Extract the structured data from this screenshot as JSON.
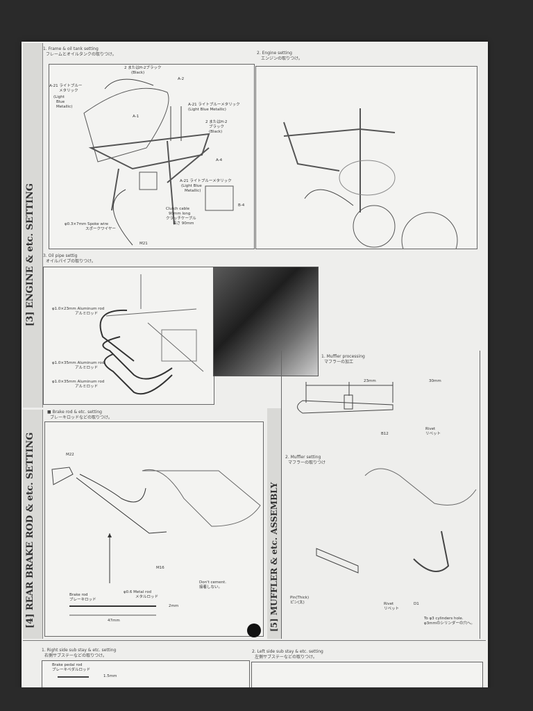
{
  "sections": {
    "engine": {
      "title": "[3] ENGINE & etc. SETTING",
      "step1": {
        "caption_en": "1. Frame & oil tank setting",
        "caption_jp": "フレームとオイルタンクの取りつけ。",
        "labels": [
          "2 またはH-2ブラック",
          "(Black)",
          "A-2",
          "A-21 ライトブルー",
          "メタリック",
          "(Light",
          "Blue",
          "Metallic)",
          "A-1",
          "A-21 ライトブルーメタリック",
          "(Light Blue Metallic)",
          "2 またはH-2",
          "ブラック",
          "(Black)",
          "A-4",
          "A-21 ライトブルーメタリック",
          "(Light Blue",
          "Metallic)",
          "B-4",
          "Clutch cable",
          "90mm long",
          "クラッチケーブル",
          "長さ 90mm",
          "φ0.3×7mm Spoke wire",
          "スポークワイヤー",
          "M21"
        ]
      },
      "step2": {
        "caption_en": "2. Engine setting",
        "caption_jp": "エンジンの取りつけ。"
      },
      "step3": {
        "caption_en": "3. Oil pipe settig",
        "caption_jp": "オイルパイプの取りつけ。",
        "labels": [
          "φ1.0×23mm Aluminum rod",
          "アルミロッド",
          "φ1.0×35mm Aluminum rod",
          "アルミロッド",
          "φ1.0×35mm Aluminum rod",
          "アルミロッド"
        ]
      }
    },
    "brake": {
      "title": "[4] REAR BRAKE ROD & etc. SETTING",
      "caption_en": "■ Brake rod & etc. setting",
      "caption_jp": "ブレーキロッドなどの取りつけ。",
      "labels": {
        "m22": "M22",
        "m16": "M16",
        "dont_cement_en": "Don't cement.",
        "dont_cement_jp": "接着しない。",
        "rod_en": "φ0.6 Metal rod",
        "rod_jp": "メタルロッド",
        "brake_rod_en": "Brake rod",
        "brake_rod_jp": "ブレーキロッド",
        "dim_len": "47mm",
        "dim_bend": "2mm"
      }
    },
    "muffler": {
      "title": "[5] MUFFLER & etc. ASSEMBLY",
      "step1": {
        "caption_en": "1. Muffler processing",
        "caption_jp": "マフラーの加工",
        "dim_a": "23mm",
        "dim_b": "30mm",
        "part": "B12",
        "rivet_en": "Rivet",
        "rivet_jp": "リベット"
      },
      "step2": {
        "caption_en": "2. Muffler setting",
        "caption_jp": "マフラーの取りつけ",
        "pin_en": "Pin(Thick)",
        "pin_jp": "ピン(太)",
        "rivet_en": "Rivet",
        "rivet_jp": "リベット",
        "part": "D1",
        "hole_en": "To φ3 cylinders hole.",
        "hole_jp": "φ3mmのシリンダーの穴へ。"
      }
    },
    "bottom": {
      "step1": {
        "caption_en": "1. Right side sub stay & etc. setting",
        "caption_jp": "右側サブステーなどの取りつけ。",
        "rod_en": "Brake pedal rod",
        "rod_jp": "ブレーキペダルロッド",
        "dim": "1.5mm"
      },
      "step2": {
        "caption_en": "2. Left side sub stay & etc. setting",
        "caption_jp": "左側サブステーなどの取りつけ。"
      }
    }
  },
  "colors": {
    "background": "#2a2a2a",
    "paper": "#eeeeec",
    "ink": "#333333"
  }
}
